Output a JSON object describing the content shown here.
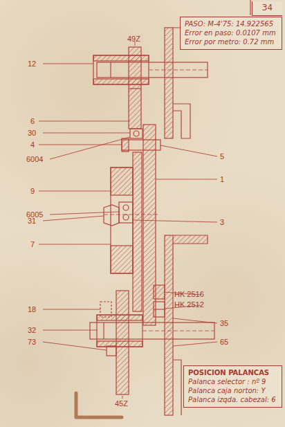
{
  "diagram": {
    "nodes": [
      {
        "text": [
          "34"
        ]
      },
      {
        "text": [
          "PASO: M-4'75: 14.922565",
          "Error en paso: 0.0107 mm",
          "Error por metro: 0.72 mm"
        ]
      },
      {
        "text": [
          "POSICION PALANCAS",
          "Palanca selector : nº 9",
          "Palanca caja norton: Y",
          "Palanca izqda. cabezal: 6"
        ]
      }
    ],
    "edges": [],
    "labels": [
      "49Z",
      "12",
      "6",
      "30",
      "4",
      "6004",
      "5",
      "1",
      "9",
      "6005",
      "31",
      "3",
      "7",
      "18",
      "HK 2516",
      "HK 2512",
      "35",
      "32",
      "73",
      "65",
      "45Z"
    ]
  }
}
